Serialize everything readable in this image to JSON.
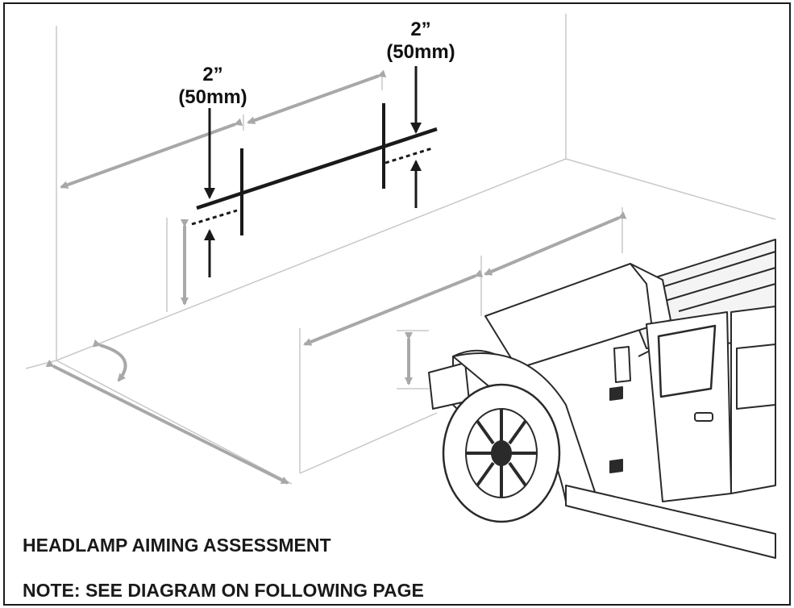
{
  "diagram": {
    "left_measure": {
      "value": "2”",
      "metric": "(50mm)"
    },
    "right_measure": {
      "value": "2”",
      "metric": "(50mm)"
    }
  },
  "caption": {
    "title": "HEADLAMP AIMING ASSESSMENT",
    "note": "NOTE: SEE DIAGRAM ON FOLLOWING PAGE"
  },
  "colors": {
    "line": "#1a1a1a",
    "wall": "#c8c8c8",
    "dimension_arrow": "#a8a8a8",
    "vehicle": "#2a2a2a"
  }
}
